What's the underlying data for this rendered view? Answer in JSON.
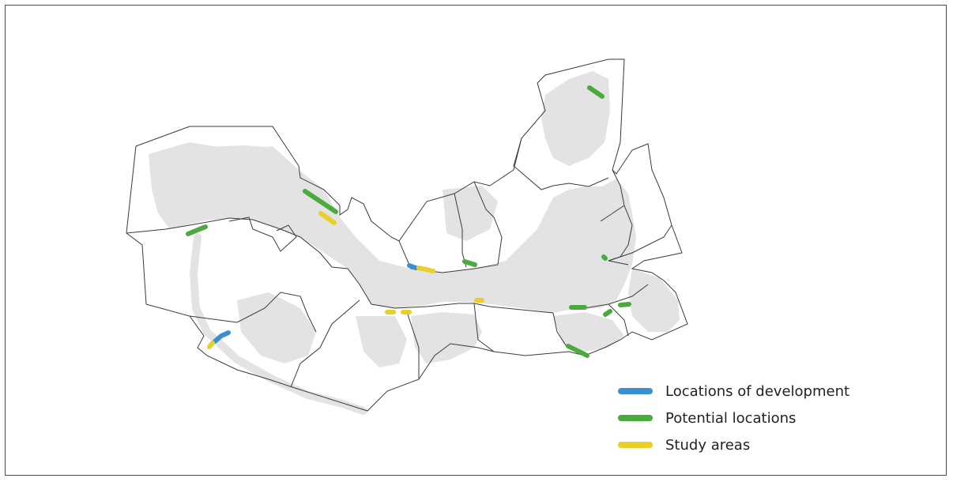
{
  "map": {
    "colors": {
      "development": "#3a8fd0",
      "potential": "#4aaa3e",
      "study": "#e8cf2a",
      "urban": "#e3e3e3",
      "boundary": "#3a3a3a"
    }
  },
  "legend": {
    "items": [
      {
        "key": "development",
        "label": "Locations of development"
      },
      {
        "key": "potential",
        "label": "Potential locations"
      },
      {
        "key": "study",
        "label": "Study areas"
      }
    ]
  }
}
